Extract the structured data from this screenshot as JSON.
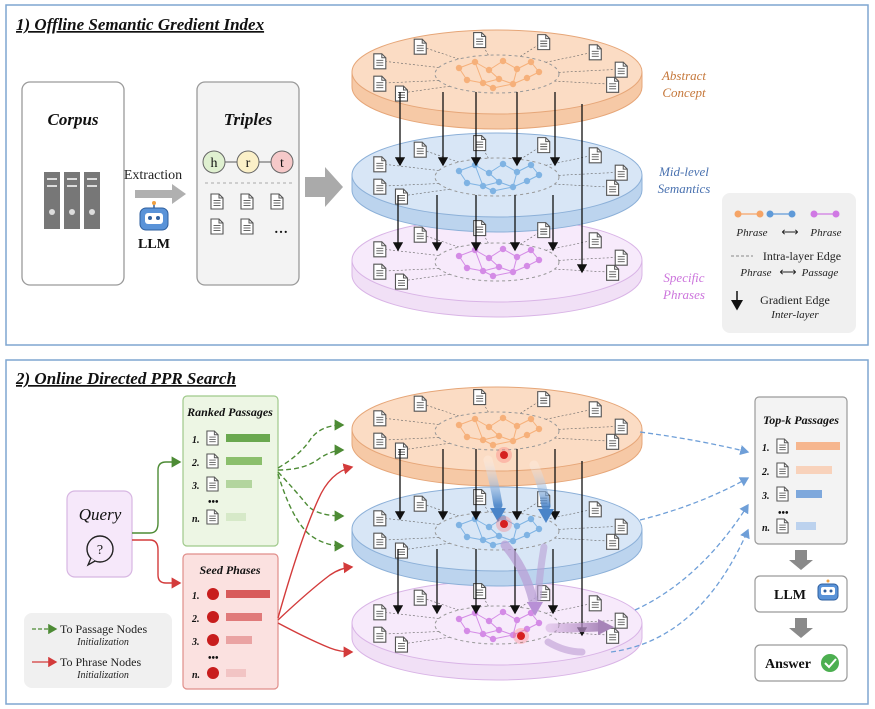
{
  "panel1": {
    "title": "1) Offline Semantic Gredient Index",
    "corpus_label": "Corpus",
    "extraction_label": "Extraction",
    "llm_label": "LLM",
    "triples": {
      "title": "Triples",
      "h": "h",
      "r": "r",
      "t": "t",
      "more": "…"
    },
    "layers": {
      "abstract": "Abstract Concept",
      "abstract_l1": "Abstract",
      "abstract_l2": "Concept",
      "mid_l1": "Mid-level",
      "mid_l2": "Semantics",
      "specific_l1": "Specific",
      "specific_l2": "Phrases"
    },
    "legend": {
      "phrase_left": "Phrase",
      "phrase_right": "Phrase",
      "intra_title": "Intra-layer Edge",
      "intra_left": "Phrase",
      "intra_right": "Passage",
      "gradient_title": "Gradient Edge",
      "gradient_sub": "Inter-layer"
    }
  },
  "panel2": {
    "title": "2) Online Directed PPR Search",
    "query_label": "Query",
    "query_icon": "question-bubble-icon",
    "ranked": {
      "title": "Ranked Passages",
      "rows": [
        "1.",
        "2.",
        "3.",
        "n."
      ],
      "dots": "•••"
    },
    "seed": {
      "title": "Seed Phases",
      "rows": [
        "1.",
        "2.",
        "3.",
        "n."
      ],
      "dots": "•••"
    },
    "legend": {
      "passage_label": "To Passage Nodes",
      "passage_sub": "Initialization",
      "phrase_label": "To Phrase Nodes",
      "phrase_sub": "Initialization"
    },
    "topk": {
      "title": "Top-k Passages",
      "rows": [
        "1.",
        "2.",
        "3.",
        "n."
      ],
      "dots": "•••"
    },
    "llm_label": "LLM",
    "answer_label": "Answer"
  },
  "colors": {
    "orange": "#f6b07a",
    "blue": "#7fb3e3",
    "purple": "#d48be6",
    "panel_border": "#7fa6d1",
    "ranked_green": "#6aa84f",
    "seed_red": "#d33b3b"
  }
}
